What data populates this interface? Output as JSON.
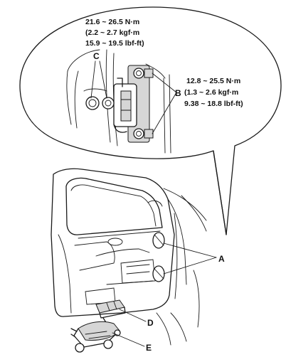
{
  "torque_top": {
    "line1": "21.6 ~ 26.5 N·m",
    "line2": "(2.2 ~ 2.7 kgf·m",
    "line3": "15.9 ~ 19.5 lbf-ft)"
  },
  "torque_right": {
    "line1": "12.8 ~ 25.5 N·m",
    "line2": "(1.3 ~ 2.6 kgf·m",
    "line3": "9.38 ~ 18.8 lbf-ft)"
  },
  "callouts": {
    "a": "A",
    "b": "B",
    "c": "C",
    "d": "D",
    "e": "E"
  }
}
